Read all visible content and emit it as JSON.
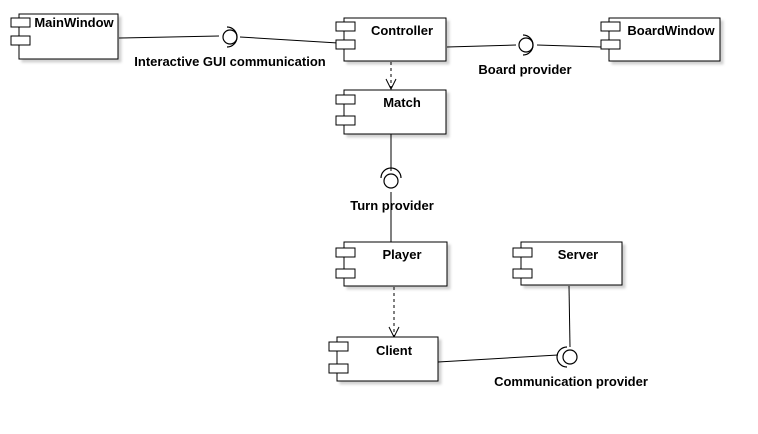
{
  "diagram": {
    "components": {
      "main_window": "MainWindow",
      "controller": "Controller",
      "board_window": "BoardWindow",
      "match": "Match",
      "player": "Player",
      "server": "Server",
      "client": "Client"
    },
    "interfaces": {
      "gui": "Interactive GUI communication",
      "board": "Board provider",
      "turn": "Turn provider",
      "communication": "Communication provider"
    }
  }
}
